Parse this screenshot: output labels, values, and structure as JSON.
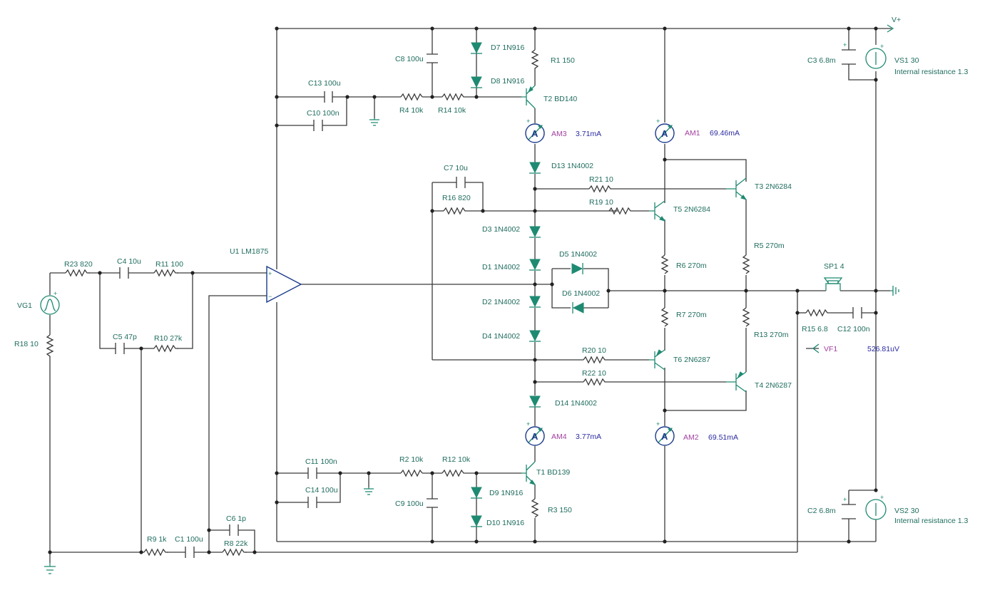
{
  "labels": {
    "u1": "U1 LM1875",
    "vg1": "VG1",
    "r18": "R18 10",
    "r23": "R23 820",
    "c4": "C4 10u",
    "r11": "R11 100",
    "c5": "C5 47p",
    "r10": "R10 27k",
    "r9": "R9 1k",
    "c1": "C1 100u",
    "c6": "C6 1p",
    "r8": "R8 22k",
    "c13": "C13 100u",
    "c10": "C10 100n",
    "c8": "C8 100u",
    "d7": "D7 1N916",
    "d8": "D8 1N916",
    "r1": "R1 150",
    "r4": "R4 10k",
    "r14": "R14 10k",
    "t2": "T2 BD140",
    "am3": "AM3",
    "am1": "AM1",
    "d13": "D13 1N4002",
    "c7": "C7 10u",
    "r16": "R16 820",
    "r21": "R21 10",
    "t3": "T3 2N6284",
    "r19": "R19 10",
    "t5": "T5 2N6284",
    "d3": "D3 1N4002",
    "d1": "D1 1N4002",
    "d5": "D5 1N4002",
    "d6": "D6 1N4002",
    "d2": "D2 1N4002",
    "d4": "D4 1N4002",
    "r6": "R6 270m",
    "r5": "R5 270m",
    "r7": "R7 270m",
    "r13": "R13 270m",
    "r20": "R20 10",
    "t6": "T6 2N6287",
    "r22": "R22 10",
    "t4": "T4 2N6287",
    "d14": "D14 1N4002",
    "am4": "AM4",
    "am2": "AM2",
    "c11": "C11 100n",
    "c14": "C14 100u",
    "r2": "R2 10k",
    "r12": "R12 10k",
    "t1": "T1 BD139",
    "c9": "C9 100u",
    "d9": "D9 1N916",
    "d10": "D10 1N916",
    "r3": "R3 150",
    "c3": "C3 6.8m",
    "vs1": "VS1 30",
    "vs1_ri": "Internal resistance 1.3",
    "vplus": "V+",
    "sp1": "SP1 4",
    "r15": "R15 6.8",
    "c12": "C12 100n",
    "vf1": "VF1",
    "c2": "C2 6.8m",
    "vs2": "VS2 30",
    "vs2_ri": "Internal resistance 1.3"
  },
  "readings": {
    "am3": "3.71mA",
    "am1": "69.46mA",
    "am4": "3.77mA",
    "am2": "69.51mA",
    "vf1": "526.81uV"
  },
  "meter_symbol": "A",
  "plus_sign": "+",
  "minus_sign": "−"
}
